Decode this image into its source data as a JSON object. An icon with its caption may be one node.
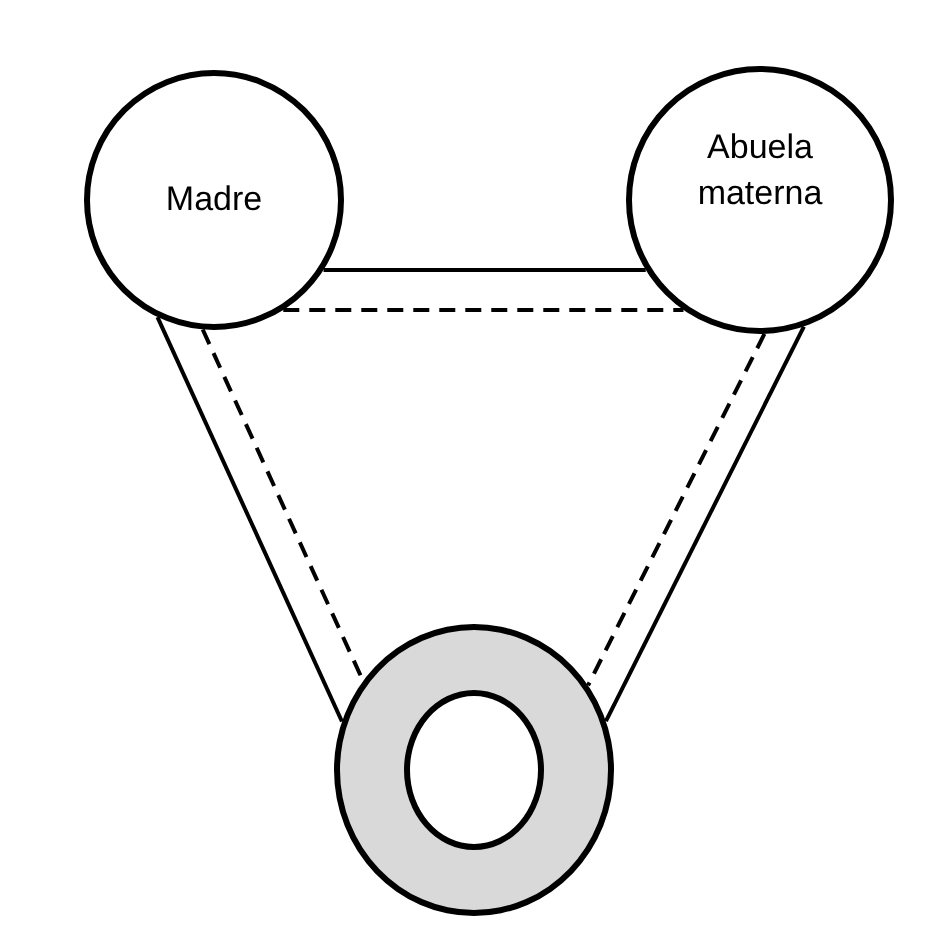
{
  "diagram": {
    "nodes": [
      {
        "text": [
          "Madre"
        ]
      },
      {
        "text": [
          "Abuela materna"
        ]
      },
      {
        "text": [],
        "shape": "circle"
      }
    ],
    "edges": [
      {
        "from": 0,
        "to": 1,
        "arrow": "none"
      },
      {
        "from": 0,
        "to": 1,
        "arrow": "none",
        "style": "dashed"
      },
      {
        "from": 0,
        "to": 2,
        "arrow": "none"
      },
      {
        "from": 0,
        "to": 2,
        "arrow": "none",
        "style": "dashed"
      },
      {
        "from": 1,
        "to": 2,
        "arrow": "none",
        "style": "dashed"
      },
      {
        "from": 1,
        "to": 2,
        "arrow": "none"
      }
    ]
  }
}
